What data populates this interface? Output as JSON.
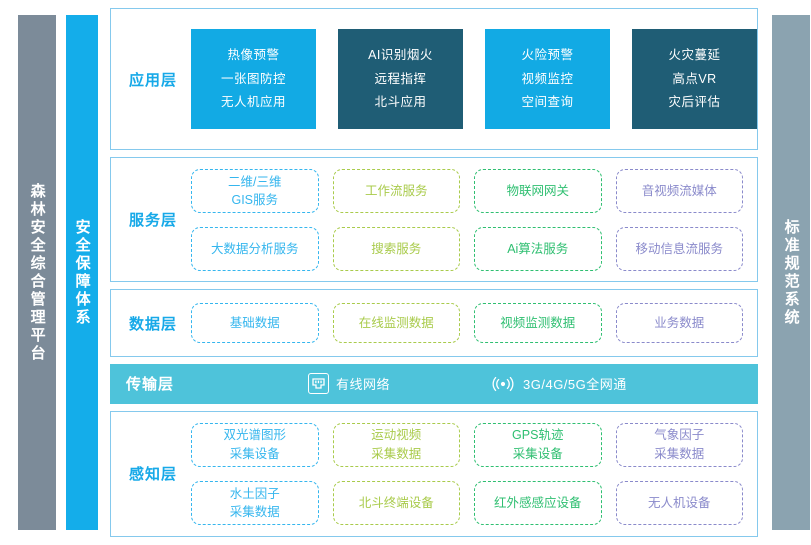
{
  "sidebars": {
    "left_outer": {
      "name": "platform-bar",
      "label": "森林安全综合管理平台",
      "color": "#7c8b99"
    },
    "left_inner": {
      "name": "security-bar",
      "label": "安全保障体系",
      "color": "#14ADEA"
    },
    "right": {
      "name": "standard-bar",
      "label": "标准规范系统",
      "color": "#8BA3B0"
    }
  },
  "layers": {
    "application": {
      "title": "应用层",
      "cards": [
        {
          "style": "cyan",
          "lines": [
            "热像预警",
            "一张图防控",
            "无人机应用"
          ]
        },
        {
          "style": "teal",
          "lines": [
            "AI识别烟火",
            "远程指挥",
            "北斗应用"
          ]
        },
        {
          "style": "cyan",
          "lines": [
            "火险预警",
            "视频监控",
            "空间查询"
          ]
        },
        {
          "style": "teal",
          "lines": [
            "火灾蔓延",
            "高点VR",
            "灾后评估"
          ]
        }
      ]
    },
    "service": {
      "title": "服务层",
      "items": [
        {
          "label": "二维/三维\nGIS服务",
          "color": "blue"
        },
        {
          "label": "工作流服务",
          "color": "olive"
        },
        {
          "label": "物联网网关",
          "color": "green"
        },
        {
          "label": "音视频流媒体",
          "color": "purple"
        },
        {
          "label": "大数据分析服务",
          "color": "blue"
        },
        {
          "label": "搜索服务",
          "color": "olive"
        },
        {
          "label": "Ai算法服务",
          "color": "green"
        },
        {
          "label": "移动信息流服务",
          "color": "purple"
        }
      ]
    },
    "data": {
      "title": "数据层",
      "items": [
        {
          "label": "基础数据",
          "color": "blue"
        },
        {
          "label": "在线监测数据",
          "color": "olive"
        },
        {
          "label": "视频监测数据",
          "color": "green"
        },
        {
          "label": "业务数据",
          "color": "purple"
        }
      ]
    },
    "transmission": {
      "title": "传输层",
      "background": "#4EC3DA",
      "items": [
        {
          "icon": "lan-port-icon",
          "label": "有线网络"
        },
        {
          "icon": "wireless-signal-icon",
          "label": "3G/4G/5G全网通"
        }
      ]
    },
    "perception": {
      "title": "感知层",
      "items": [
        {
          "label": "双光谱图形\n采集设备",
          "color": "blue"
        },
        {
          "label": "运动视频\n采集数据",
          "color": "olive"
        },
        {
          "label": "GPS轨迹\n采集设备",
          "color": "green"
        },
        {
          "label": "气象因子\n采集数据",
          "color": "purple"
        },
        {
          "label": "水土因子\n采集数据",
          "color": "blue"
        },
        {
          "label": "北斗终端设备",
          "color": "olive"
        },
        {
          "label": "红外感感应设备",
          "color": "green"
        },
        {
          "label": "无人机设备",
          "color": "purple"
        }
      ]
    }
  },
  "colors": {
    "accent_blue": "#17A9E8",
    "card_cyan": "#12AAE4",
    "card_teal": "#1F5D75",
    "pill_blue": "#35B6EE",
    "pill_olive": "#A9CB4B",
    "pill_green": "#2FBF71",
    "pill_purple": "#8A8ACB",
    "trans_bar": "#4EC3DA",
    "container_border": "#85C9ED"
  }
}
